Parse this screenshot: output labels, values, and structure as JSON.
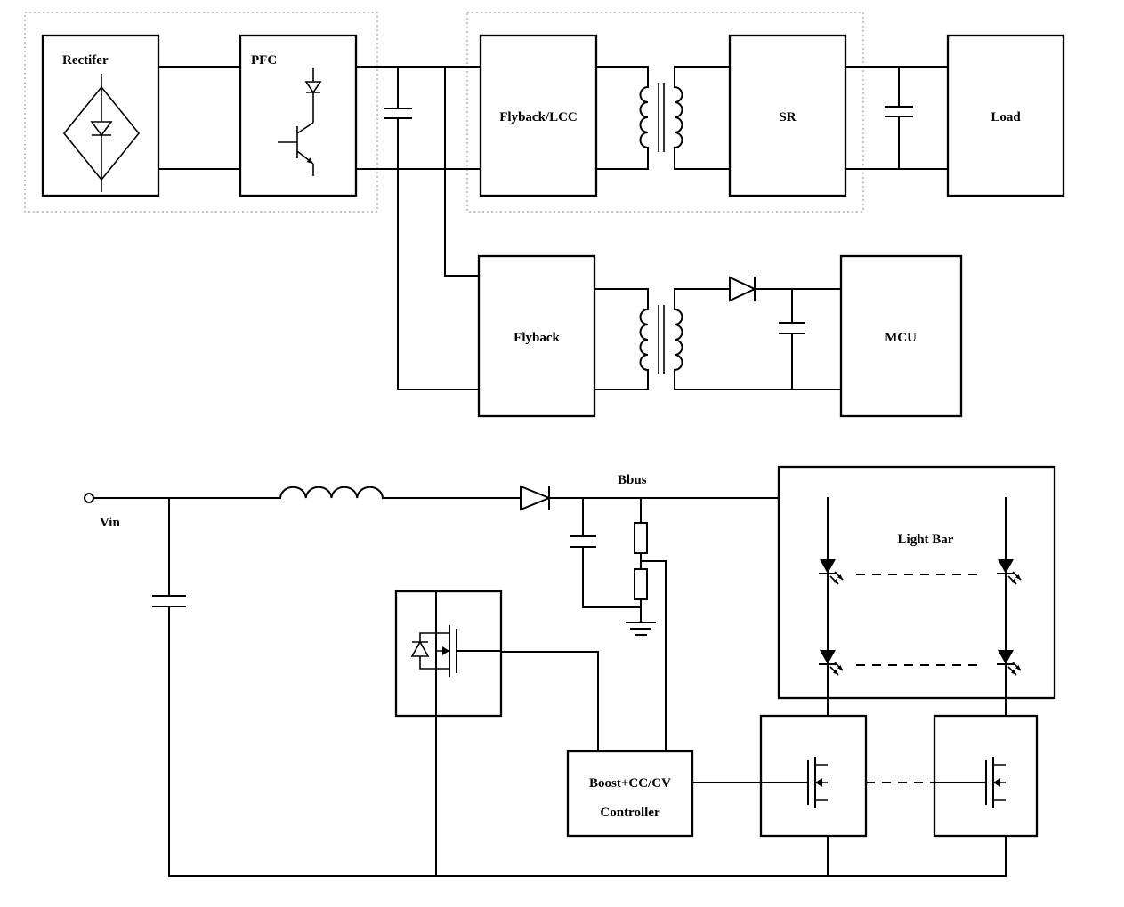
{
  "diagram": {
    "top_chain": {
      "rectifier": "Rectifer",
      "pfc": "PFC",
      "flyback_lcc": "Flyback/LCC",
      "sr": "SR",
      "load": "Load"
    },
    "aux_chain": {
      "flyback": "Flyback",
      "mcu": "MCU"
    },
    "boost_section": {
      "vin": "Vin",
      "bbus": "Bbus",
      "light_bar": "Light Bar",
      "controller_line1": "Boost+CC/CV",
      "controller_line2": "Controller"
    },
    "colors": {
      "line": "#000000",
      "dotted_box": "#9f9f9f",
      "background": "#ffffff"
    }
  }
}
